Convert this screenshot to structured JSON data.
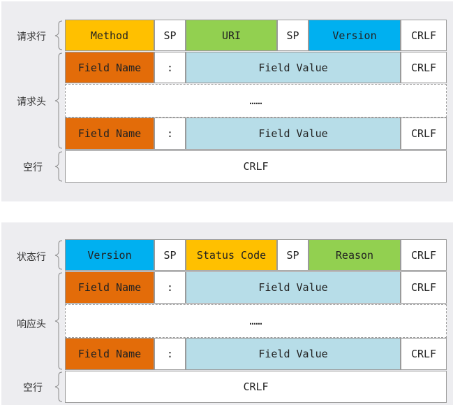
{
  "request": {
    "labels": {
      "line": "请求行",
      "headers": "请求头",
      "empty": "空行"
    },
    "line": {
      "method": "Method",
      "sp1": "SP",
      "uri": "URI",
      "sp2": "SP",
      "version": "Version",
      "crlf": "CRLF"
    },
    "header1": {
      "name": "Field Name",
      "colon": ":",
      "value": "Field Value",
      "crlf": "CRLF"
    },
    "ellipsis": "……",
    "header2": {
      "name": "Field Name",
      "colon": ":",
      "value": "Field Value",
      "crlf": "CRLF"
    },
    "empty_line": "CRLF"
  },
  "response": {
    "labels": {
      "line": "状态行",
      "headers": "响应头",
      "empty": "空行"
    },
    "line": {
      "version": "Version",
      "sp1": "SP",
      "status": "Status Code",
      "sp2": "SP",
      "reason": "Reason",
      "crlf": "CRLF"
    },
    "header1": {
      "name": "Field Name",
      "colon": ":",
      "value": "Field Value",
      "crlf": "CRLF"
    },
    "ellipsis": "……",
    "header2": {
      "name": "Field Name",
      "colon": ":",
      "value": "Field Value",
      "crlf": "CRLF"
    },
    "empty_line": "CRLF"
  },
  "colors": {
    "method": "#ffc000",
    "uri": "#92d050",
    "version": "#00b0f0",
    "field_name": "#e36c09",
    "field_value": "#b7dde8",
    "panel": "#ededf0"
  }
}
